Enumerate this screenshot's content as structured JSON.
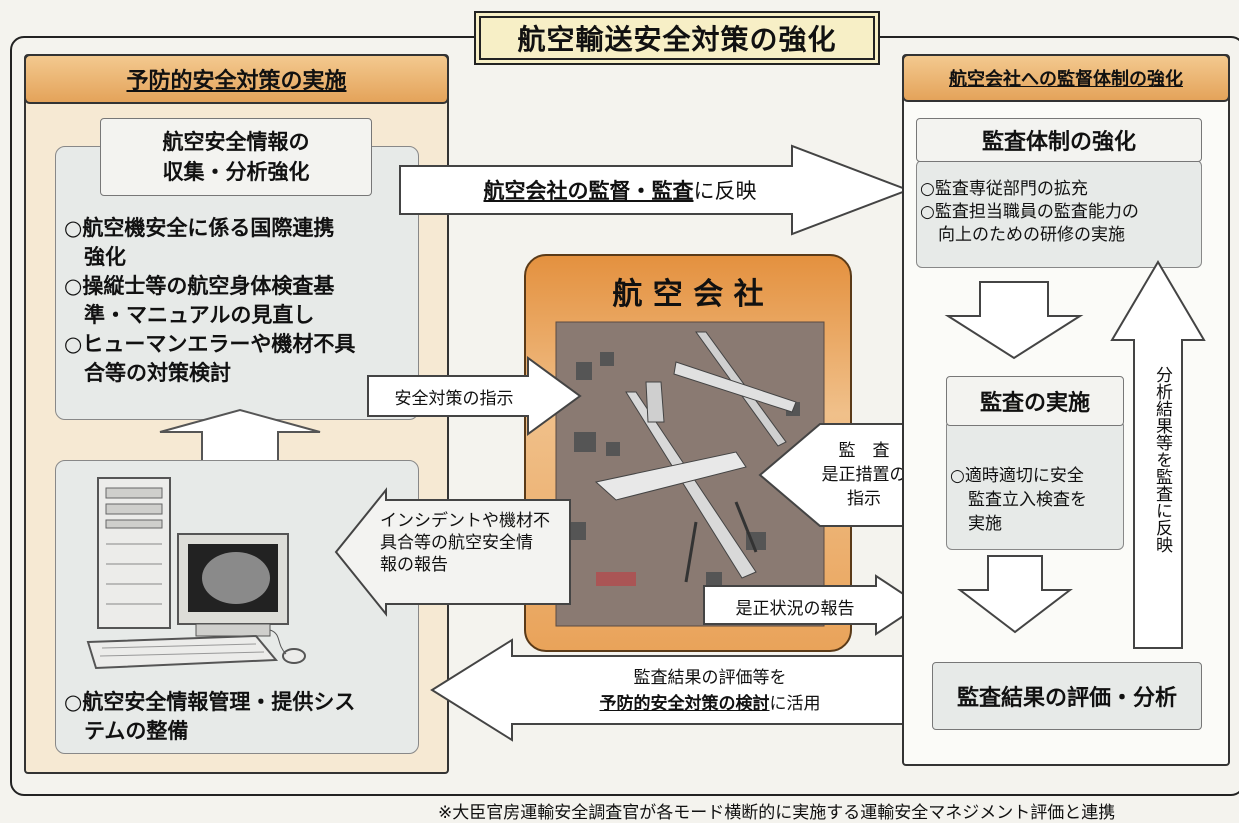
{
  "title": "航空輸送安全対策の強化",
  "left": {
    "header": "予防的安全対策の実施",
    "info_box_title_line1": "航空安全情報の",
    "info_box_title_line2": "収集・分析強化",
    "bullets": [
      "○航空機安全に係る国際連携",
      "強化",
      "○操縦士等の航空身体検査基",
      "準・マニュアルの見直し",
      "○ヒューマンエラーや機材不具",
      "合等の対策検討"
    ],
    "system_line1": "○航空安全情報管理・提供シス",
    "system_line2": "テムの整備"
  },
  "center": {
    "airline": "航 空 会 社",
    "arrow_top_underlined": "航空会社の監督・監査",
    "arrow_top_suffix": "に反映",
    "arrow_instruction": "安全対策の指示",
    "arrow_report_line1": "インシデントや機材不",
    "arrow_report_line2": "具合等の航空安全情",
    "arrow_report_line3": "報の報告",
    "arrow_audit_line1": "監　査",
    "arrow_audit_line2": "是正措置の",
    "arrow_audit_line3": "指示",
    "arrow_correction": "是正状況の報告",
    "arrow_bottom_line1": "監査結果の評価等を",
    "arrow_bottom_underlined": "予防的安全対策の検討",
    "arrow_bottom_suffix": "に活用"
  },
  "right": {
    "header": "航空会社への監督体制の強化",
    "audit_strength_title": "監査体制の強化",
    "audit_strength_items": [
      "○監査専従部門の拡充",
      "○監査担当職員の監査能力の",
      "向上のための研修の実施"
    ],
    "audit_exec_title": "監査の実施",
    "audit_exec_line1": "○適時適切に安全",
    "audit_exec_line2": "監査立入検査を",
    "audit_exec_line3": "実施",
    "feedback_vertical": "分析結果等を監査に反映",
    "evaluation": "監査結果の評価・分析"
  },
  "footnote": "※大臣官房運輸安全調査官が各モード横断的に実施する運輸安全マネジメント評価と連携",
  "colors": {
    "header_orange": "#e8a863",
    "airline_orange": "#e9a35a",
    "panel_grey": "#e7eae8",
    "title_yellow": "#f7efc6"
  }
}
